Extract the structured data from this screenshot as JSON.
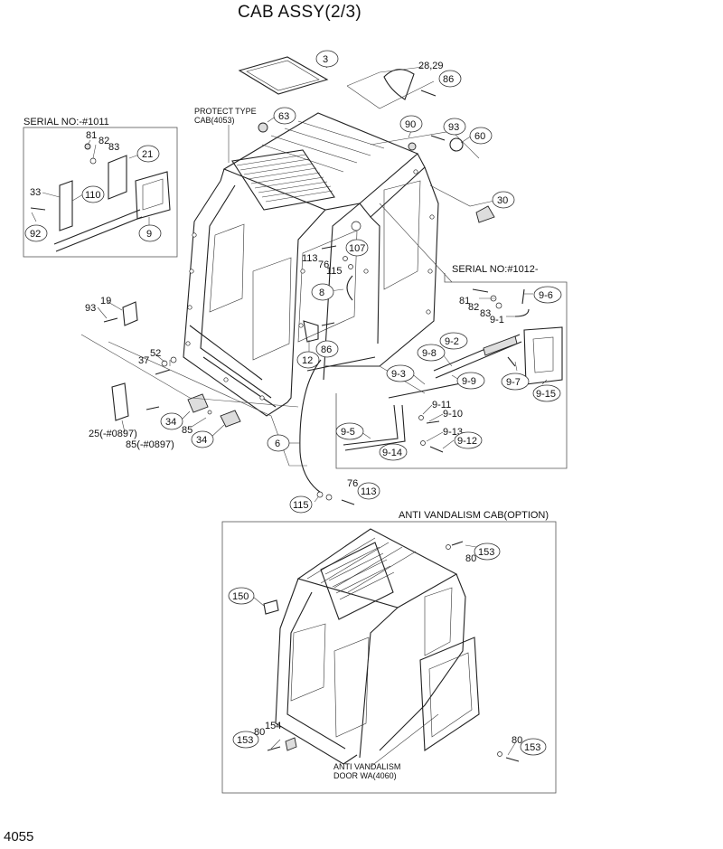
{
  "title": "CAB ASSY(2/3)",
  "page_number": "4055",
  "groups": {
    "serial_left": "SERIAL NO:-#1011",
    "serial_right": "SERIAL NO:#1012-",
    "protect_type_1": "PROTECT TYPE",
    "protect_type_2": "CAB(4053)",
    "anti_vandalism": "ANTI VANDALISM CAB(OPTION)",
    "anti_door_1": "ANTI VANDALISM",
    "anti_door_2": "DOOR WA(4060)"
  },
  "callouts": {
    "p3": "3",
    "p28_29": "28,29",
    "p86a": "86",
    "p63": "63",
    "p90": "90",
    "p93a": "93",
    "p60": "60",
    "p30": "30",
    "p81a": "81",
    "p82a": "82",
    "p83a": "83",
    "p21": "21",
    "p33": "33",
    "p110": "110",
    "p92": "92",
    "p9": "9",
    "p107": "107",
    "p113a": "113",
    "p76a": "76",
    "p115a": "115",
    "p8": "8",
    "p19": "19",
    "p93b": "93",
    "p52": "52",
    "p37": "37",
    "p12": "12",
    "p86b": "86",
    "p34a": "34",
    "p85a": "85",
    "p34b": "34",
    "p25": "25(-#0897)",
    "p85b": "85(-#0897)",
    "p6": "6",
    "p115b": "115",
    "p76b": "76",
    "p113b": "113",
    "p81b": "81",
    "p82b": "82",
    "p83b": "83",
    "p9_1": "9-1",
    "p9_6": "9-6",
    "p9_2": "9-2",
    "p9_8": "9-8",
    "p9_9": "9-9",
    "p9_7": "9-7",
    "p9_15": "9-15",
    "p9_3": "9-3",
    "p9_11": "9-11",
    "p9_10": "9-10",
    "p9_5": "9-5",
    "p9_13": "9-13",
    "p9_12": "9-12",
    "p9_14": "9-14",
    "p150": "150",
    "p80a": "80",
    "p153a": "153",
    "p153b": "153",
    "p80b": "80",
    "p154": "154",
    "p80c": "80",
    "p153c": "153"
  }
}
